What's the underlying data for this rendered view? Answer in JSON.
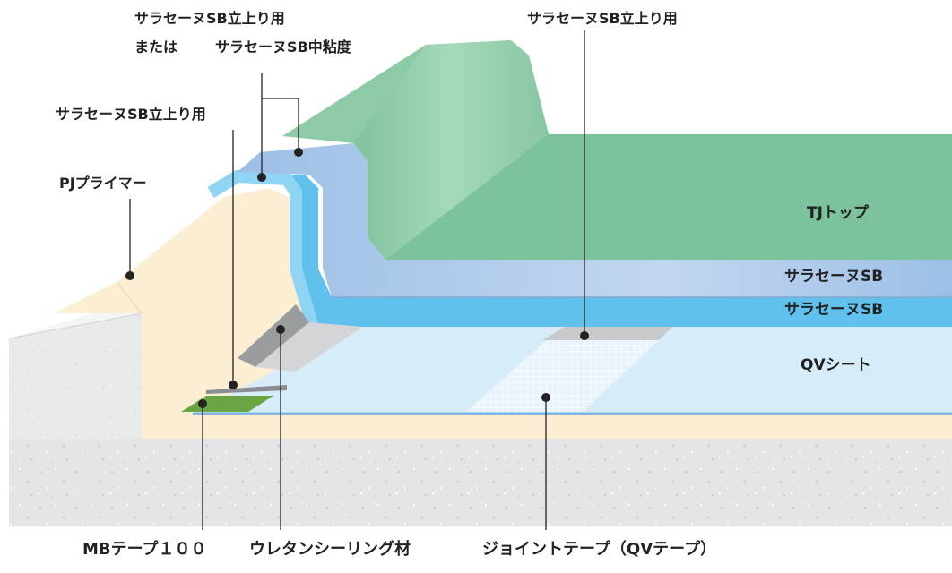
{
  "labels": {
    "top_left_line1": "サラセーヌSB立上り用",
    "top_left_line2_prefix": "または",
    "top_left_line2_suffix": "サラセーヌSB中粘度",
    "top_right": "サラセーヌSB立上り用",
    "left_mid": "サラセーヌSB立上り用",
    "primer": "PJプライマー",
    "layer_top": "TJトップ",
    "layer_sb1": "サラセーヌSB",
    "layer_sb2": "サラセーヌSB",
    "layer_qv": "QVシート",
    "bottom_mb": "MBテープ１００",
    "bottom_urethane": "ウレタンシーリング材",
    "bottom_joint": "ジョイントテープ（QVテープ）"
  },
  "colors": {
    "concrete": "#e3e5e6",
    "primer": "#fbeed2",
    "qv_sheet": "#d6edf9",
    "sb_lower": "#5fc1ec",
    "sb_upper": "#9cc1e6",
    "top_coat": "#8ccaa8",
    "mb_tape": "#6aa543",
    "sealant": "#9a9da0"
  }
}
